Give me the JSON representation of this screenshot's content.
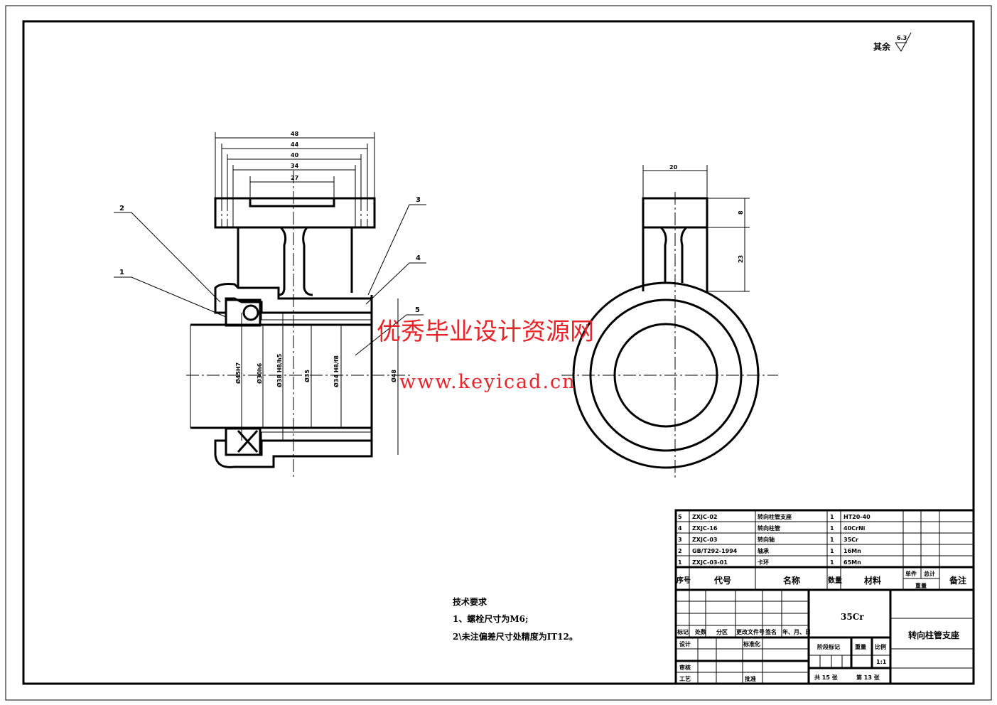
{
  "surface_finish": {
    "label": "其余",
    "value": "6.3"
  },
  "dimensions": {
    "top": [
      "48",
      "44",
      "40",
      "34",
      "27"
    ],
    "side_width": "20",
    "side_heights": [
      "8",
      "23"
    ],
    "diameters": [
      "Ø45H7",
      "Ø30h6",
      "Ø38 H8/h5",
      "Ø35",
      "Ø34 H8/f8",
      "Ø48"
    ]
  },
  "balloons": [
    "1",
    "2",
    "3",
    "4",
    "5"
  ],
  "watermark": {
    "line1": "优秀毕业设计资源网",
    "line2": "www.keyicad.cn"
  },
  "tech_requirements": {
    "title": "技术要求",
    "items": [
      "1、螺栓尺寸为M6;",
      "2\\未注偏差尺寸处精度为IT12。"
    ]
  },
  "bom": {
    "rows": [
      {
        "no": "5",
        "code": "ZXJC-02",
        "name": "转向柱管支座",
        "qty": "1",
        "material": "HT20-40"
      },
      {
        "no": "4",
        "code": "ZXJC-16",
        "name": "转向柱管",
        "qty": "1",
        "material": "40CrNi"
      },
      {
        "no": "3",
        "code": "ZXJC-03",
        "name": "转向轴",
        "qty": "1",
        "material": "35Cr"
      },
      {
        "no": "2",
        "code": "GB/T292-1994",
        "name": "轴承",
        "qty": "1",
        "material": "16Mn"
      },
      {
        "no": "1",
        "code": "ZXJC-03-01",
        "name": "卡环",
        "qty": "1",
        "material": "65Mn"
      }
    ],
    "header": {
      "no": "序号",
      "code": "代号",
      "name": "名称",
      "qty": "数量",
      "material": "材料",
      "unit": "单件",
      "total": "总计",
      "weight": "重量",
      "remark": "备注"
    }
  },
  "title_block": {
    "material": "35Cr",
    "part_name": "转向柱管支座",
    "rev_headers": [
      "标记",
      "处数",
      "分区",
      "更改文件号",
      "签名",
      "年、月、日"
    ],
    "roles": [
      "设计",
      "标准化",
      "审核",
      "工艺",
      "批准"
    ],
    "stage_label": "阶段标记",
    "weight_label": "重量",
    "scale_label": "比例",
    "scale": "1:1",
    "sheets": "共 15 张",
    "sheet_no": "第 13 张"
  }
}
